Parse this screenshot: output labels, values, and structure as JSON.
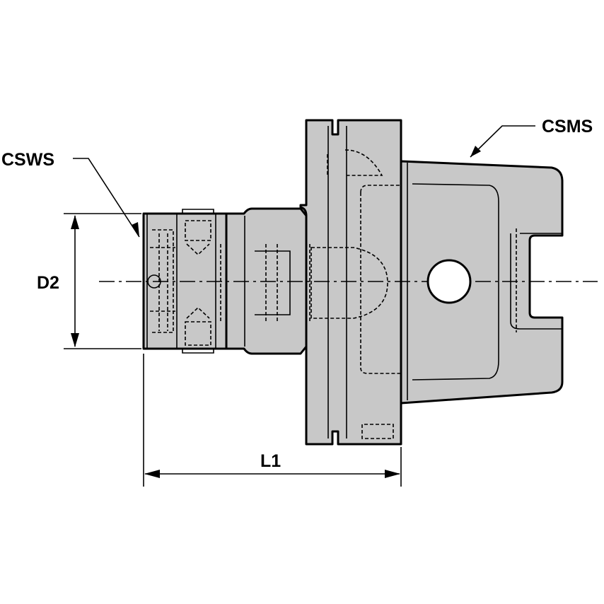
{
  "labels": {
    "cutting_side": "CSWS",
    "machine_side": "CSMS",
    "diameter": "D2",
    "length": "L1"
  },
  "colors": {
    "body_fill": "#c8c8c8",
    "line": "#000000",
    "background": "#ffffff"
  }
}
